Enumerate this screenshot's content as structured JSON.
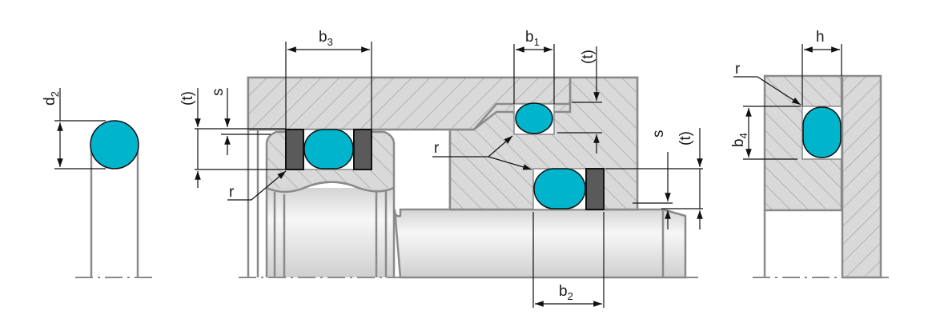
{
  "figure": {
    "title": "O-ring groove dimension drawing",
    "colors": {
      "oring": "#00b4cc",
      "backup_ring": "#5a5a5a",
      "hatch_fill": "#d9d9d9",
      "hatch_line": "#a6a6a6",
      "outline": "#8a8a8a",
      "dimension": "#111111"
    },
    "labels": {
      "d2": {
        "main": "d",
        "sub": "2"
      },
      "b3": {
        "main": "b",
        "sub": "3"
      },
      "b1": {
        "main": "b",
        "sub": "1"
      },
      "b2": {
        "main": "b",
        "sub": "2"
      },
      "b4": {
        "main": "b",
        "sub": "4"
      },
      "h": "h",
      "r_left": "r",
      "r_mid": "r",
      "r_right": "r",
      "s_left": "s",
      "s_right": "s",
      "t_left": "(t)",
      "t_mid": "(t)",
      "t_right": "(t)"
    }
  }
}
